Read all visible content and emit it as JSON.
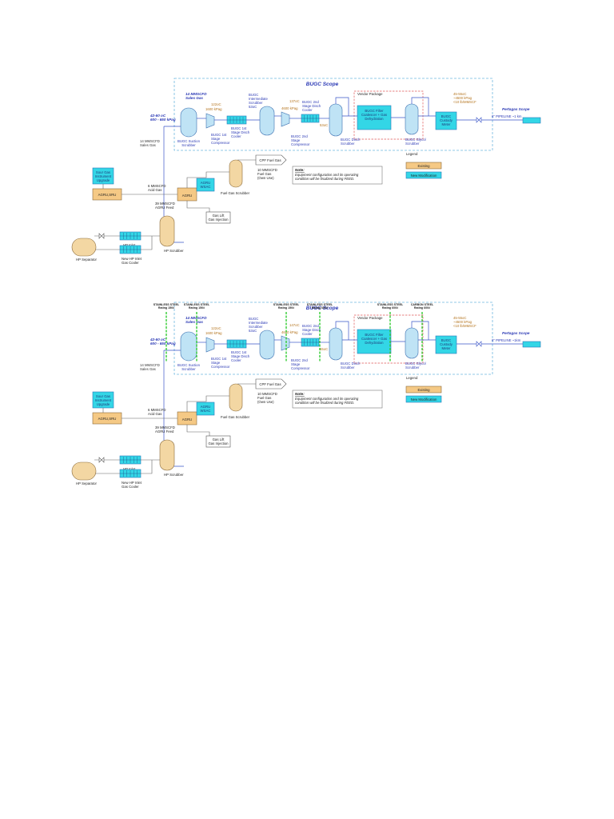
{
  "diagrams": [
    {
      "scope_title": "BUGC Scope",
      "vendor_package": "Vendor Package",
      "sales_gas_in": [
        "14 MMSCFD",
        "Sales Gas"
      ],
      "inlet_conditions": [
        "42-60 oC",
        "600 - 650 kPag"
      ],
      "sales_gas_branch": [
        "14 MMSCFD",
        "Sales Gas"
      ],
      "suction_scrubber": [
        "BUGC Suction",
        "Scrubber"
      ],
      "temp1": "122oC",
      "pressure1": "1600 kPag",
      "stage1_compressor": [
        "BUGC 1st",
        "Stage",
        "Compressor"
      ],
      "stage1_cooler": [
        "BUGC 1st",
        "Stage Disch",
        "Cooler"
      ],
      "intermediate_scrubber": [
        "BUGC",
        "Intermediate",
        "Scrubber",
        "53oC"
      ],
      "temp2": "137oC",
      "pressure2": "4600 kPag",
      "stage2_compressor": [
        "BUGC 2nd",
        "Stage",
        "Compressor"
      ],
      "stage2_cooler": [
        "BUGC 2nd",
        "Stage Disch",
        "Cooler"
      ],
      "temp3": "53oC",
      "disch_scrubber": [
        "BUGC Disch",
        "Scrubber"
      ],
      "filter_coalescer": [
        "BUGC Filter",
        "Coalescer + Gas",
        "Dehydration"
      ],
      "glycol_scrubber": [
        "BUGC Glycol",
        "Scrubber"
      ],
      "custody_meter": [
        "BUGC",
        "Custody",
        "Meter"
      ],
      "export_conditions": [
        "45-55oC",
        "~4500 kPag",
        "<10 lb/MMSCF"
      ],
      "pipeline": "6\" PIPELINE ~1 km",
      "pertagas_scope": "Pertagas Scope",
      "legend_title": "Legend",
      "legend_existing": "Existing",
      "legend_new": "New Modification",
      "cpf_fuel_gas": "CPF Fuel Gas",
      "fuel_gas": [
        "10 MMSCFD",
        "Fuel Gas",
        "(Own Use)"
      ],
      "note_title": "Note:",
      "note_lines": [
        "Equipment configuration and its operating",
        "condition will be finalized during FEED."
      ],
      "sour_gas": [
        "Sour Gas",
        "Instrument",
        "Upgrade"
      ],
      "agru_sru": "AGRU,SRU",
      "acid_gas": [
        "6 MMSCFD",
        "Acid Gas"
      ],
      "agru": "AGRU",
      "agru_wsac": [
        "AGRU",
        "WSAC"
      ],
      "fuel_gas_scrubber": "Fuel Gas Scrubber",
      "agru_feed": [
        "39 MMSCFD",
        "AGRU Feed"
      ],
      "gas_lift": [
        "Gas Lift",
        "Gas Injection"
      ],
      "hp_cooler": [
        "HP Inlet",
        "Gas Cooler"
      ],
      "new_hp_cooler": [
        "New HP Inlet",
        "Gas Cooler"
      ],
      "hp_scrubber": "HP Scrubber",
      "hp_separator": "HP Separator",
      "materials": []
    },
    {
      "scope_title": "BUGC Scope",
      "vendor_package": "Vendor Package",
      "sales_gas_in": [
        "14 MMSCFD",
        "Sales Gas"
      ],
      "inlet_conditions": [
        "42-60 oC",
        "600 - 650 kPag"
      ],
      "sales_gas_branch": [
        "14 MMSCFD",
        "Sales Gas"
      ],
      "suction_scrubber": [
        "BUGC Suction",
        "Scrubber"
      ],
      "temp1": "122oC",
      "pressure1": "1600 kPag",
      "stage1_compressor": [
        "BUGC 1st",
        "Stage",
        "Compressor"
      ],
      "stage1_cooler": [
        "BUGC 1st",
        "Stage Disch",
        "Cooler"
      ],
      "intermediate_scrubber": [
        "BUGC",
        "Intermediate",
        "Scrubber",
        "53oC"
      ],
      "temp2": "147oC",
      "pressure2": "4600 kPag",
      "stage2_compressor": [
        "BUGC 2nd",
        "Stage",
        "Compressor"
      ],
      "stage2_cooler": [
        "BUGC 2nd",
        "Stage Disch",
        "Cooler"
      ],
      "temp3": "55oC",
      "disch_scrubber": [
        "BUGC Disch",
        "Scrubber"
      ],
      "filter_coalescer": [
        "BUGC Filter",
        "Coalescer + Gas",
        "Dehydration"
      ],
      "glycol_scrubber": [
        "BUGC Glycol",
        "Scrubber"
      ],
      "custody_meter": [
        "BUGC",
        "Custody",
        "Meter"
      ],
      "export_conditions": [
        "45-55oC",
        "~4500 kPag",
        "<10 lb/MMSCF"
      ],
      "pipeline": "6\" PIPELINE ~1km",
      "pertagas_scope": "Pertagas Scope",
      "legend_title": "Legend",
      "legend_existing": "Existing",
      "legend_new": "New Modification",
      "cpf_fuel_gas": "CPF Fuel Gas",
      "fuel_gas": [
        "10 MMSCFD",
        "Fuel Gas",
        "(Own Use)"
      ],
      "note_title": "Note:",
      "note_lines": [
        "Equipment configuration and its operating",
        "condition will be finalized during FEED."
      ],
      "sour_gas": [
        "Sour Gas",
        "Instrument",
        "Upgrade"
      ],
      "agru_sru": "AGRU,SRU",
      "acid_gas": [
        "6 MMSCFD",
        "Acid Gas"
      ],
      "agru": "AGRU",
      "agru_wsac": [
        "AGRU",
        "WSAC"
      ],
      "fuel_gas_scrubber": "Fuel Gas Scrubber",
      "agru_feed": [
        "39 MMSCFD",
        "AGRU Feed"
      ],
      "gas_lift": [
        "Gas Lift",
        "Gas Injection"
      ],
      "hp_cooler": [
        "HP Inlet",
        "Gas Cooler"
      ],
      "new_hp_cooler": [
        "New HP Inlet",
        "Gas Cooler"
      ],
      "hp_scrubber": "HP Scrubber",
      "hp_separator": "HP Separator",
      "materials": [
        [
          "STAINLESS STEEL",
          "Rating 150#"
        ],
        [
          "STAINLESS STEEL",
          "Rating 150#"
        ],
        [
          "STAINLESS STEEL",
          "Rating 150#"
        ],
        [
          "STAINLESS STEEL",
          "Rating 600#"
        ],
        [
          "STAINLESS STEEL",
          "Rating 600#"
        ],
        [
          "CARBON STEEL",
          "Rating 600#"
        ]
      ]
    }
  ],
  "colors": {
    "scope_border": "#6fb7e0",
    "process_line": "#3a55c8",
    "new_equipment": "#33d6e6",
    "existing_equipment": "#f5c985",
    "material_break": "#33cc33",
    "vendor_border": "#e05a5a"
  }
}
